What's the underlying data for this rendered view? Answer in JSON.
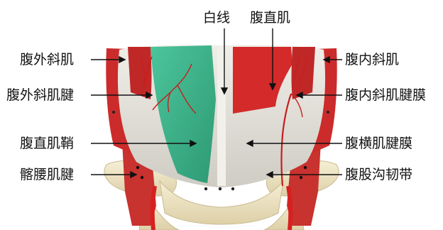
{
  "labels": {
    "linea_alba": "白线",
    "rectus_abdominis": "腹直肌",
    "external_oblique": "腹外斜肌",
    "internal_oblique": "腹内斜肌",
    "external_oblique_aponeurosis": "腹外斜肌腱",
    "internal_oblique_aponeurosis": "腹内斜肌腱膜",
    "rectus_sheath": "腹直肌鞘",
    "transversus_aponeurosis": "腹横肌腱膜",
    "iliopsoas_tendon": "髂腰肌腱",
    "inguinal_ligament": "腹股沟韧带"
  },
  "colors": {
    "muscle_red": "#cc2b2b",
    "sheath_green": "#3fb58e",
    "aponeurosis": "#e4e1da",
    "bone": "#efe6c8",
    "vessel": "#d82020",
    "leader": "#111111"
  }
}
